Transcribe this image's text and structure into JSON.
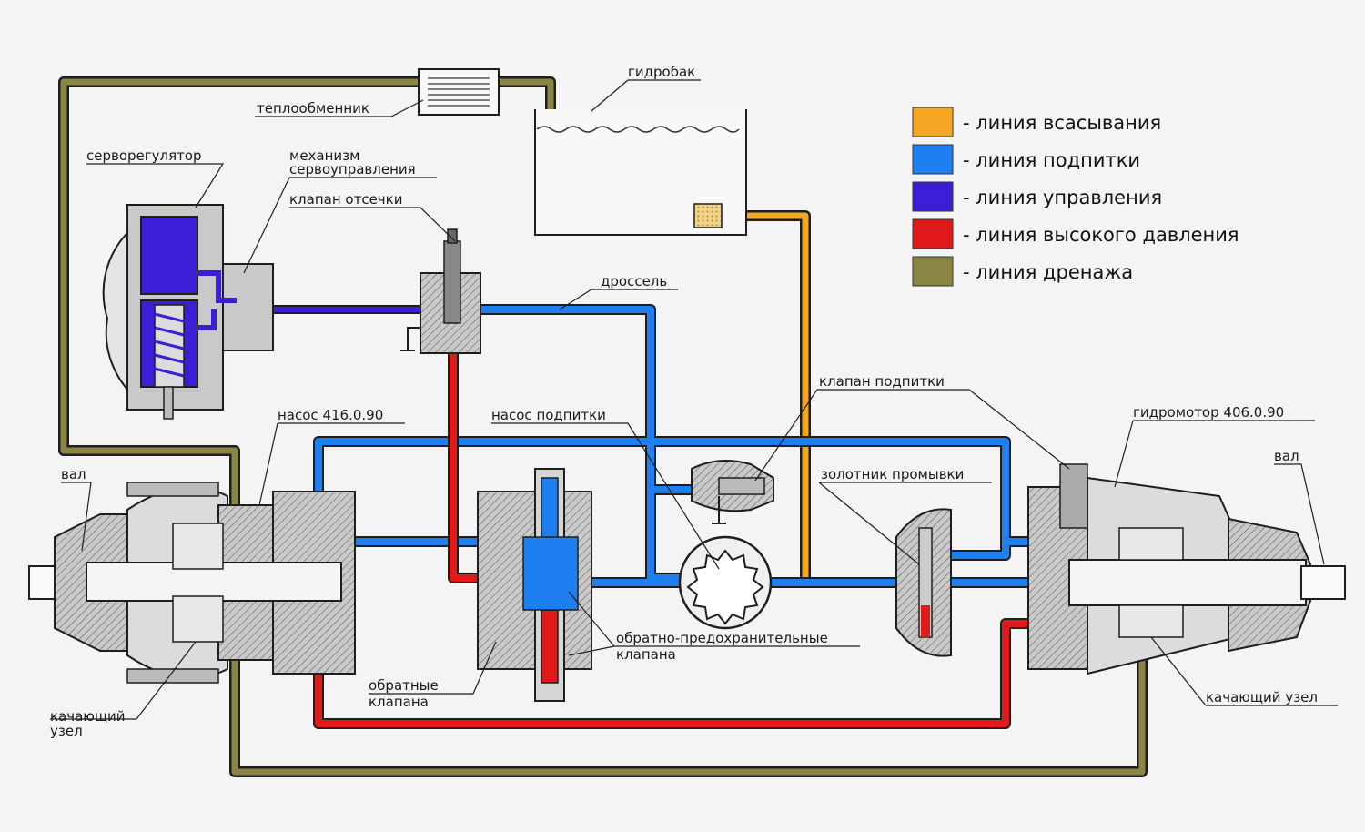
{
  "colors": {
    "suction": "#f5a623",
    "charge": "#1e7ff0",
    "control": "#3a1fd6",
    "high_pressure": "#e01a1a",
    "drain": "#8a8542",
    "body": "#c9c9c9",
    "background": "#f4f4f4"
  },
  "legend": [
    {
      "key": "suction",
      "label": "- линия всасывания"
    },
    {
      "key": "charge",
      "label": "- линия подпитки"
    },
    {
      "key": "control",
      "label": "- линия управления"
    },
    {
      "key": "high_pressure",
      "label": "- линия высокого давления"
    },
    {
      "key": "drain",
      "label": "- линия дренажа"
    }
  ],
  "labels": {
    "heat_exchanger": "теплообменник",
    "tank": "гидробак",
    "servo_regulator": "серворегулятор",
    "servo_mechanism_1": "механизм",
    "servo_mechanism_2": "сервоуправления",
    "cutoff_valve": "клапан отсечки",
    "throttle": "дроссель",
    "charge_valve": "клапан  подпитки",
    "pump": "насос 416.0.90",
    "charge_pump": "насос подпитки",
    "motor": "гидромотор 406.0.90",
    "shaft_left": "вал",
    "shaft_right": "вал",
    "flush_valve": "золотник промывки",
    "relief_valves_1": "обратно-предохранительные",
    "relief_valves_2": "клапана",
    "check_valves_1": "обратные",
    "check_valves_2": "клапана",
    "swash_left_1": "качающий",
    "swash_left_2": "узел",
    "swash_right": "качающий узел"
  }
}
